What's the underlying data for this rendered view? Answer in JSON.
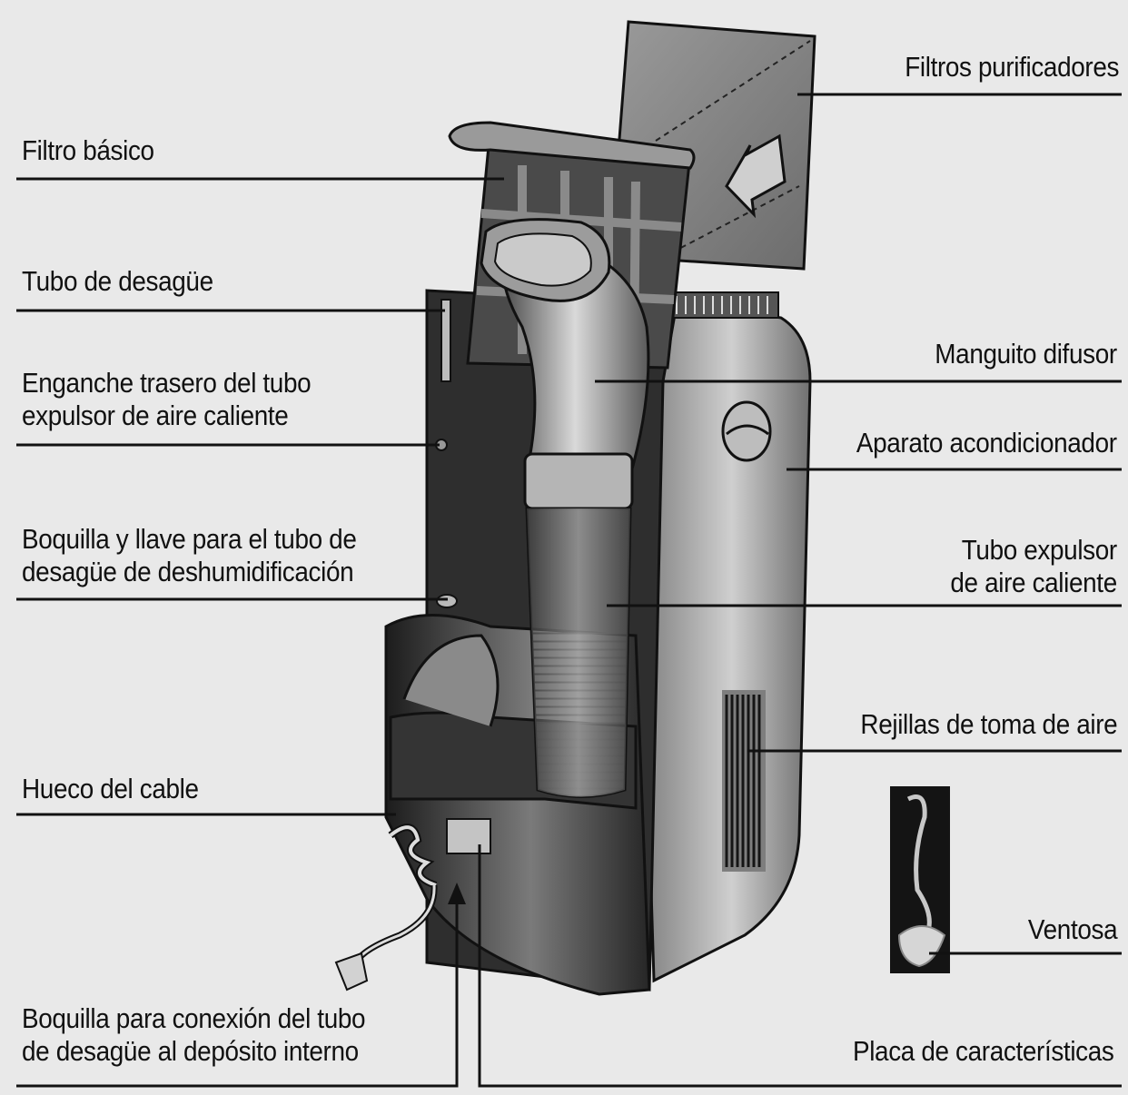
{
  "diagram": {
    "colors": {
      "background": "#e9e9e9",
      "line": "#111111",
      "body_light": "#8a8a8a",
      "body_dark": "#2b2b2b"
    },
    "labels_left": {
      "filtro_basico": "Filtro básico",
      "tubo_desague": "Tubo de desagüe",
      "enganche": [
        "Enganche trasero del tubo",
        "expulsor de aire caliente"
      ],
      "boquilla_llave": [
        "Boquilla y llave para el tubo de",
        "desagüe de deshumidificación"
      ],
      "hueco_cable": "Hueco del cable",
      "boquilla_conexion": [
        "Boquilla para conexión del tubo",
        "de desagüe al depósito interno"
      ]
    },
    "labels_right": {
      "filtros_purificadores": "Filtros purificadores",
      "manguito_difusor": "Manguito difusor",
      "aparato": "Aparato acondicionador",
      "tubo_expulsor": [
        "Tubo expulsor",
        "de aire caliente"
      ],
      "rejillas": "Rejillas de toma de aire",
      "ventosa": "Ventosa",
      "placa": "Placa de características"
    },
    "icons": [
      "arrow-left-icon",
      "arrow-up-icon",
      "power-plug-icon",
      "suction-cup-icon"
    ]
  }
}
